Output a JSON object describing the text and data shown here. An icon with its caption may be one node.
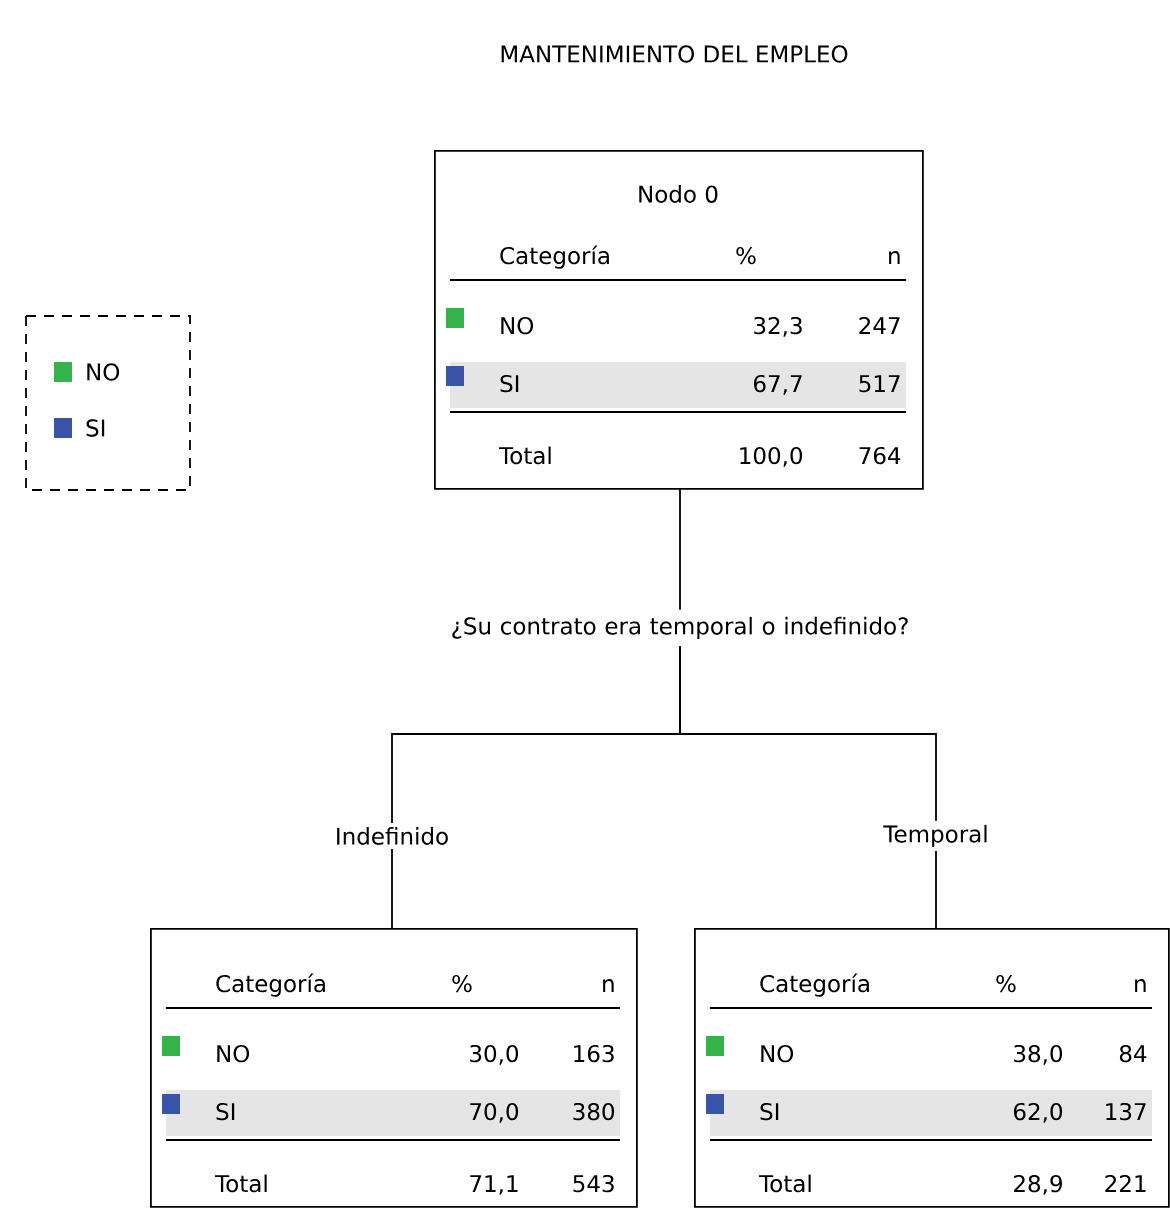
{
  "diagram": {
    "title": "MANTENIMIENTO DEL EMPLEO",
    "nodes": [
      {
        "text": [
          "Nodo 0",
          "Categoría",
          "%",
          "n",
          "NO",
          "32,3",
          "247",
          "SI",
          "67,7",
          "517",
          "Total",
          "100,0",
          "764"
        ]
      },
      {
        "text": [
          "¿Su contrato era temporal o indefinido?"
        ]
      },
      {
        "text": [
          "Categoría",
          "%",
          "n",
          "NO",
          "30,0",
          "163",
          "SI",
          "70,0",
          "380",
          "Total",
          "71,1",
          "543"
        ]
      },
      {
        "text": [
          "Categoría",
          "%",
          "n",
          "NO",
          "38,0",
          "84",
          "SI",
          "62,0",
          "137",
          "Total",
          "28,9",
          "221"
        ]
      }
    ],
    "edges": [
      {
        "from": 0,
        "to": 1,
        "arrow": "none"
      },
      {
        "from": 1,
        "to": 2,
        "arrow": "none",
        "label": "Indefinido"
      },
      {
        "from": 1,
        "to": 3,
        "arrow": "none",
        "label": "Temporal"
      }
    ],
    "legend": [
      {
        "text": "NO",
        "color": "#33b34a"
      },
      {
        "text": "SI",
        "color": "#3a55a8"
      }
    ]
  }
}
